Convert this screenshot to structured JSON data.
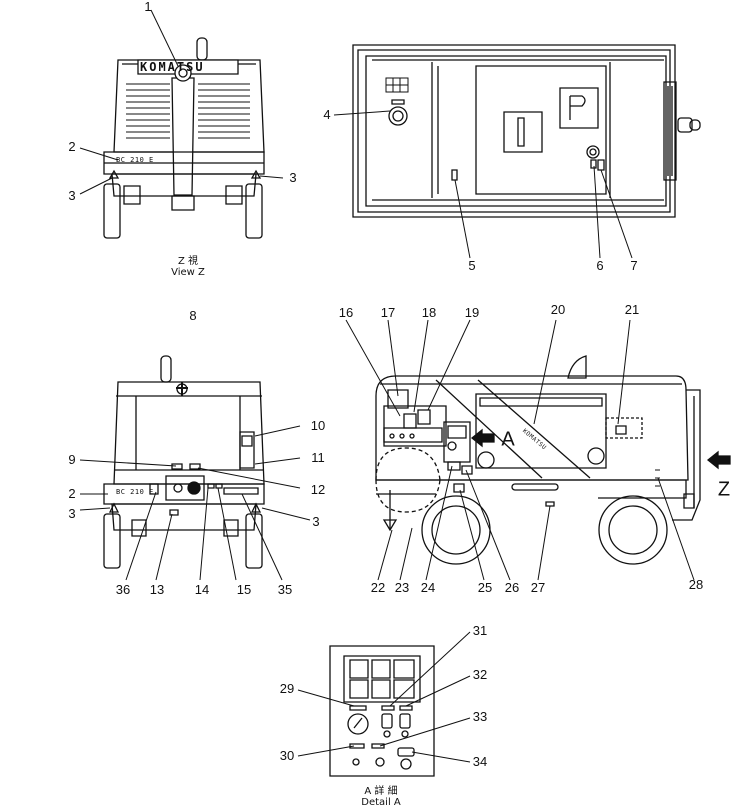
{
  "views": {
    "rear": {
      "caption_jp": "Z 視",
      "caption_en": "View Z",
      "brand": "KOMATSU",
      "plate": "BC 210 E"
    },
    "top": {},
    "front": {
      "plate": "BC 210 E"
    },
    "side": {
      "view_a_arrow": "A",
      "view_z_arrow": "Z",
      "decal": "KOMATSU"
    },
    "detail": {
      "caption_jp": "A 詳 細",
      "caption_en": "Detail A"
    }
  },
  "callouts": [
    "1",
    "2",
    "3",
    "4",
    "5",
    "6",
    "7",
    "8",
    "9",
    "10",
    "11",
    "12",
    "13",
    "14",
    "15",
    "16",
    "17",
    "18",
    "19",
    "20",
    "21",
    "22",
    "23",
    "24",
    "25",
    "26",
    "27",
    "28",
    "29",
    "30",
    "31",
    "32",
    "33",
    "34",
    "35",
    "36"
  ]
}
